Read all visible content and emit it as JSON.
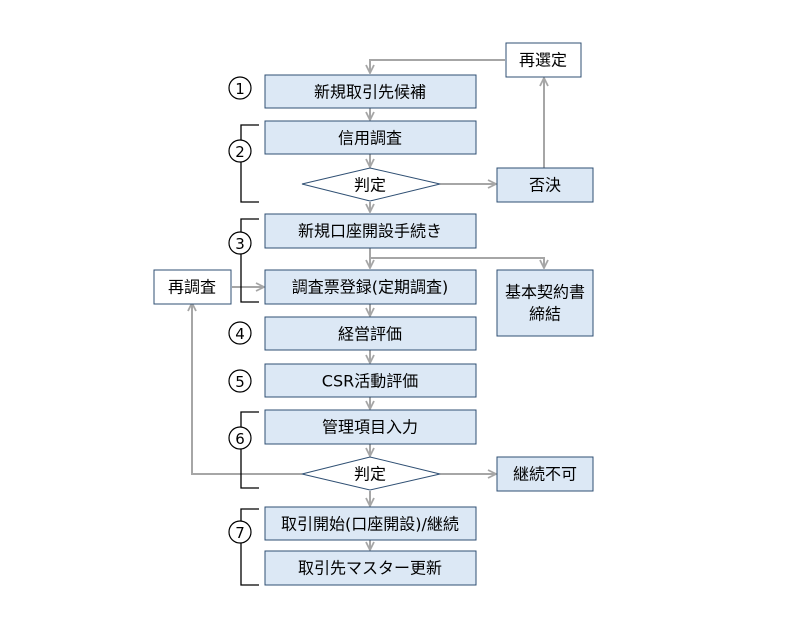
{
  "steps": {
    "new_partner_candidate": "新規取引先候補",
    "credit_check": "信用調査",
    "decision_1": "判定",
    "account_opening": "新規口座開設手続き",
    "survey_registration": "調査票登録(定期調査)",
    "management_evaluation": "経営評価",
    "csr_evaluation": "CSR活動評価",
    "item_input": "管理項目入力",
    "decision_2": "判定",
    "start_trade": "取引開始(口座開設)/継続",
    "master_update": "取引先マスター更新"
  },
  "side": {
    "reselect": "再選定",
    "rejected": "否決",
    "basic_contract_line1": "基本契約書",
    "basic_contract_line2": "締結",
    "resurvey": "再調査",
    "not_continued": "継続不可"
  },
  "phases": [
    "1",
    "2",
    "3",
    "4",
    "5",
    "6",
    "7"
  ],
  "colors": {
    "box_fill": "#dce8f5",
    "box_border": "#2f4f73",
    "arrow": "#a6a6a6"
  }
}
